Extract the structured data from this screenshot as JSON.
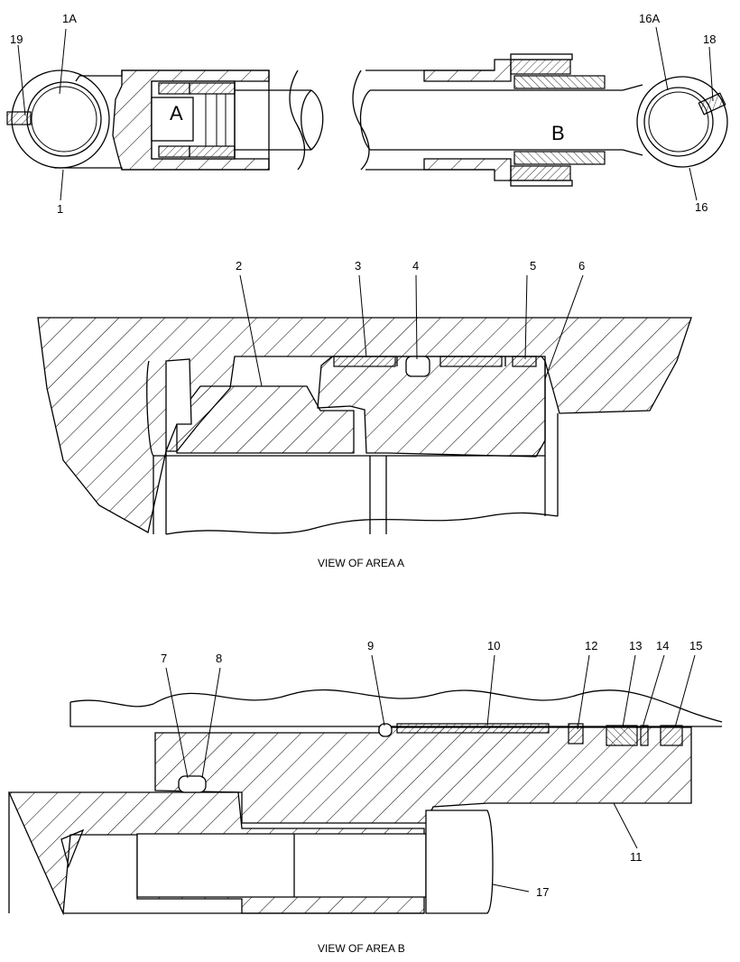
{
  "callouts": {
    "c1": "1",
    "c1a": "1A",
    "c19": "19",
    "c16": "16",
    "c16a": "16A",
    "c18": "18",
    "c2": "2",
    "c3": "3",
    "c4": "4",
    "c5": "5",
    "c6": "6",
    "c7": "7",
    "c8": "8",
    "c9": "9",
    "c10": "10",
    "c11": "11",
    "c12": "12",
    "c13": "13",
    "c14": "14",
    "c15": "15",
    "c17": "17"
  },
  "areas": {
    "a": "A",
    "b": "B"
  },
  "captions": {
    "view_a": "VIEW OF AREA A",
    "view_b": "VIEW OF AREA B"
  }
}
